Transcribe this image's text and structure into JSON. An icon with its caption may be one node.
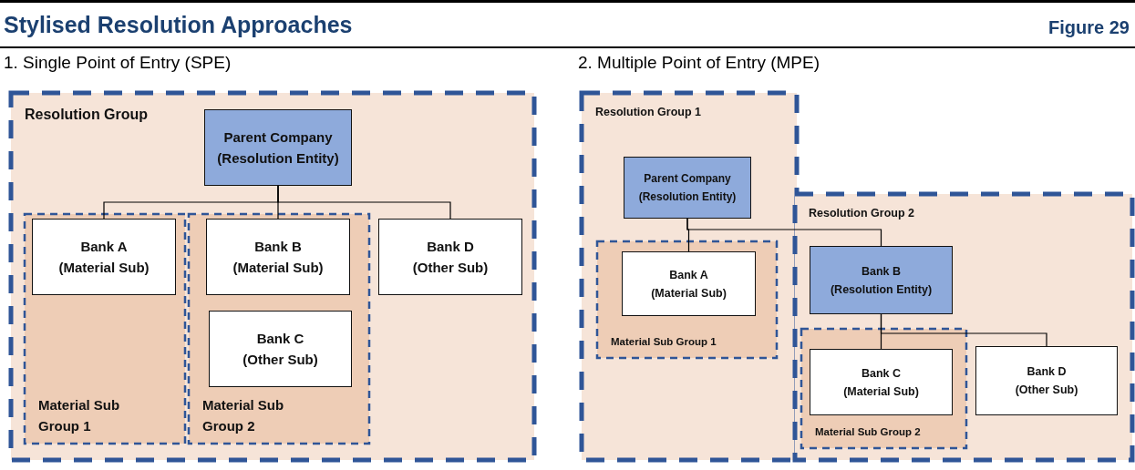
{
  "diagram": {
    "title": "Stylised Resolution Approaches",
    "nodes": [
      {
        "text": [
          "Resolution Group"
        ]
      },
      {
        "text": [
          "Parent Company",
          "(Resolution Entity)"
        ],
        "in": 0
      },
      {
        "text": [
          "Material Sub Group 1"
        ],
        "in": 0
      },
      {
        "text": [
          "Bank A",
          "(Material Sub)"
        ],
        "in": 2
      },
      {
        "text": [
          "Material Sub Group 2"
        ],
        "in": 0
      },
      {
        "text": [
          "Bank B",
          "(Material Sub)"
        ],
        "in": 4
      },
      {
        "text": [
          "Bank C",
          "(Other Sub)"
        ],
        "in": 4
      },
      {
        "text": [
          "Bank D",
          "(Other Sub)"
        ],
        "in": 0
      },
      {
        "text": [
          "Resolution Group 1"
        ]
      },
      {
        "text": [
          "Parent Company",
          "(Resolution Entity)"
        ],
        "in": 8
      },
      {
        "text": [
          "Material Sub Group 1"
        ],
        "in": 8
      },
      {
        "text": [
          "Bank A",
          "(Material Sub)"
        ],
        "in": 10
      },
      {
        "text": [
          "Resolution Group 2"
        ]
      },
      {
        "text": [
          "Bank B",
          "(Resolution Entity)"
        ],
        "in": 12
      },
      {
        "text": [
          "Material Sub Group 2"
        ],
        "in": 12
      },
      {
        "text": [
          "Bank C",
          "(Material Sub)"
        ],
        "in": 14
      },
      {
        "text": [
          "Bank D",
          "(Other Sub)"
        ],
        "in": 12
      }
    ],
    "edges": [
      {
        "from": 1,
        "to": 3,
        "arrow": "none"
      },
      {
        "from": 1,
        "to": 5,
        "arrow": "none"
      },
      {
        "from": 1,
        "to": 7,
        "arrow": "none"
      },
      {
        "from": 9,
        "to": 11,
        "arrow": "none"
      },
      {
        "from": 9,
        "to": 13,
        "arrow": "none"
      },
      {
        "from": 13,
        "to": 15,
        "arrow": "none"
      },
      {
        "from": 13,
        "to": 16,
        "arrow": "none"
      }
    ],
    "labels": [
      "Figure 29",
      "1. Single Point of Entry (SPE)",
      "2. Multiple Point of Entry (MPE)"
    ]
  }
}
